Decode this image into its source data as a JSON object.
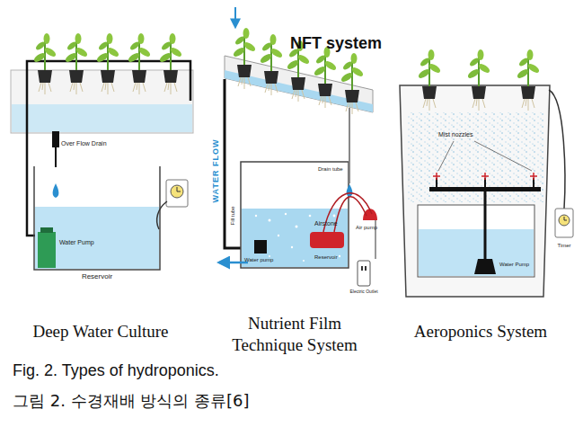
{
  "diagram": {
    "caption": "Fig. 2. Types of hydroponics.",
    "labels": [
      "Over Flow Drain",
      "Water Pump",
      "Reservoir",
      "NFT system",
      "WATER FLOW",
      "Fill tube",
      "Drain tube",
      "Airstone",
      "Air pump",
      "Water pump",
      "Reservoir",
      "Electric Outlet",
      "Mist nozzles",
      "Water Pump",
      "Timer",
      "Deep Water Culture",
      "Nutrient Film Technique System",
      "Aeroponics System",
      "그림 2. 수경재배 방식의 종류[6]"
    ]
  }
}
